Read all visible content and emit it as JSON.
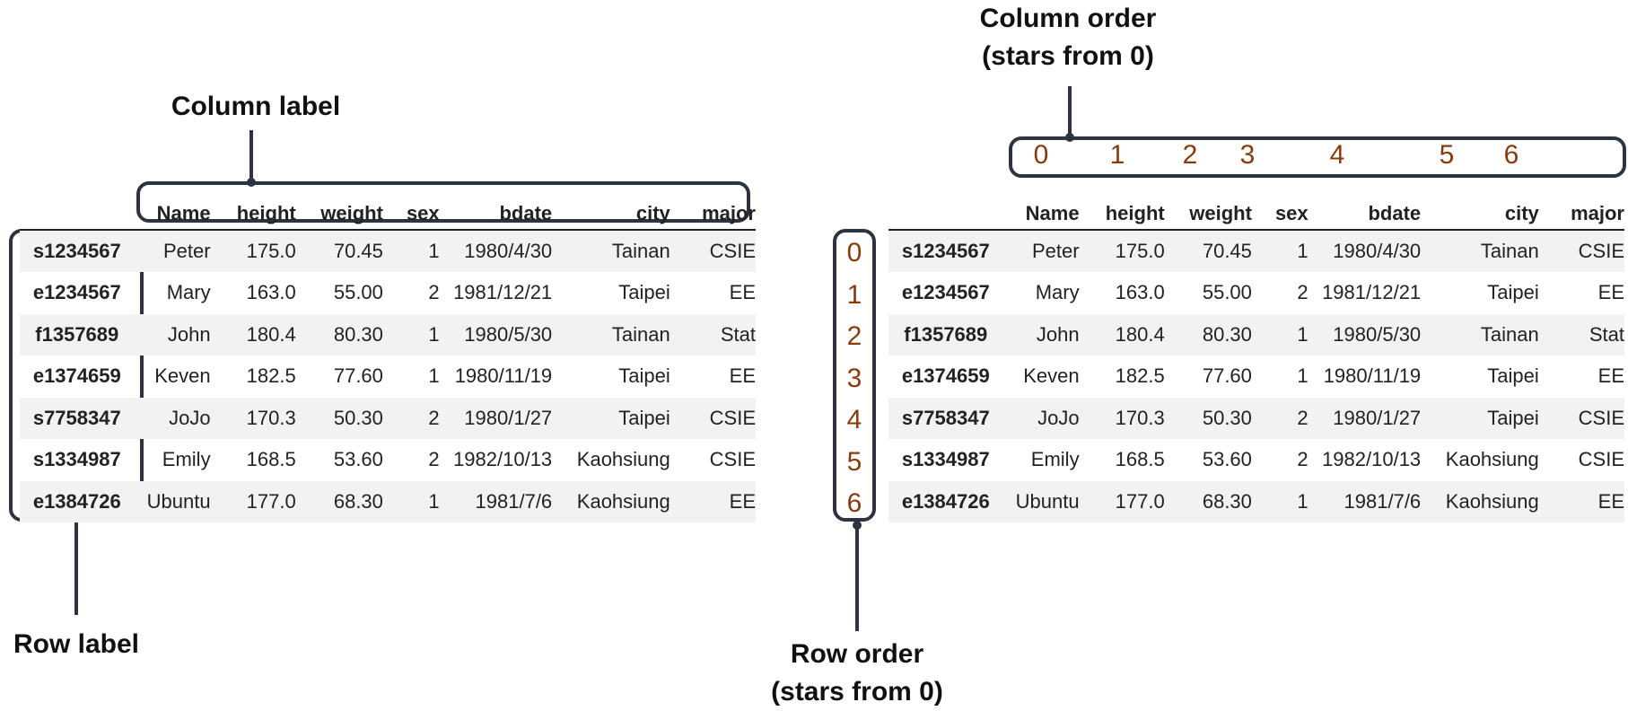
{
  "left": {
    "column_label": "Column label",
    "row_label": "Row label"
  },
  "right": {
    "column_order_line1": "Column order",
    "column_order_line2": "(stars from 0)",
    "row_order_line1": "Row order",
    "row_order_line2": "(stars from 0)",
    "col_indices": [
      "0",
      "1",
      "2",
      "3",
      "4",
      "5",
      "6"
    ],
    "row_indices": [
      "0",
      "1",
      "2",
      "3",
      "4",
      "5",
      "6"
    ]
  },
  "table": {
    "headers": [
      "Name",
      "height",
      "weight",
      "sex",
      "bdate",
      "city",
      "major"
    ],
    "rows": [
      {
        "label": "s1234567",
        "cells": [
          "Peter",
          "175.0",
          "70.45",
          "1",
          "1980/4/30",
          "Tainan",
          "CSIE"
        ]
      },
      {
        "label": "e1234567",
        "cells": [
          "Mary",
          "163.0",
          "55.00",
          "2",
          "1981/12/21",
          "Taipei",
          "EE"
        ]
      },
      {
        "label": "f1357689",
        "cells": [
          "John",
          "180.4",
          "80.30",
          "1",
          "1980/5/30",
          "Tainan",
          "Stat"
        ]
      },
      {
        "label": "e1374659",
        "cells": [
          "Keven",
          "182.5",
          "77.60",
          "1",
          "1980/11/19",
          "Taipei",
          "EE"
        ]
      },
      {
        "label": "s7758347",
        "cells": [
          "JoJo",
          "170.3",
          "50.30",
          "2",
          "1980/1/27",
          "Taipei",
          "CSIE"
        ]
      },
      {
        "label": "s1334987",
        "cells": [
          "Emily",
          "168.5",
          "53.60",
          "2",
          "1982/10/13",
          "Kaohsiung",
          "CSIE"
        ]
      },
      {
        "label": "e1384726",
        "cells": [
          "Ubuntu",
          "177.0",
          "68.30",
          "1",
          "1981/7/6",
          "Kaohsiung",
          "EE"
        ]
      }
    ]
  },
  "colors": {
    "annotation_box": "#2c3440",
    "index_numbers": "#8a3a0a",
    "stripe": "#f2f2f2"
  }
}
